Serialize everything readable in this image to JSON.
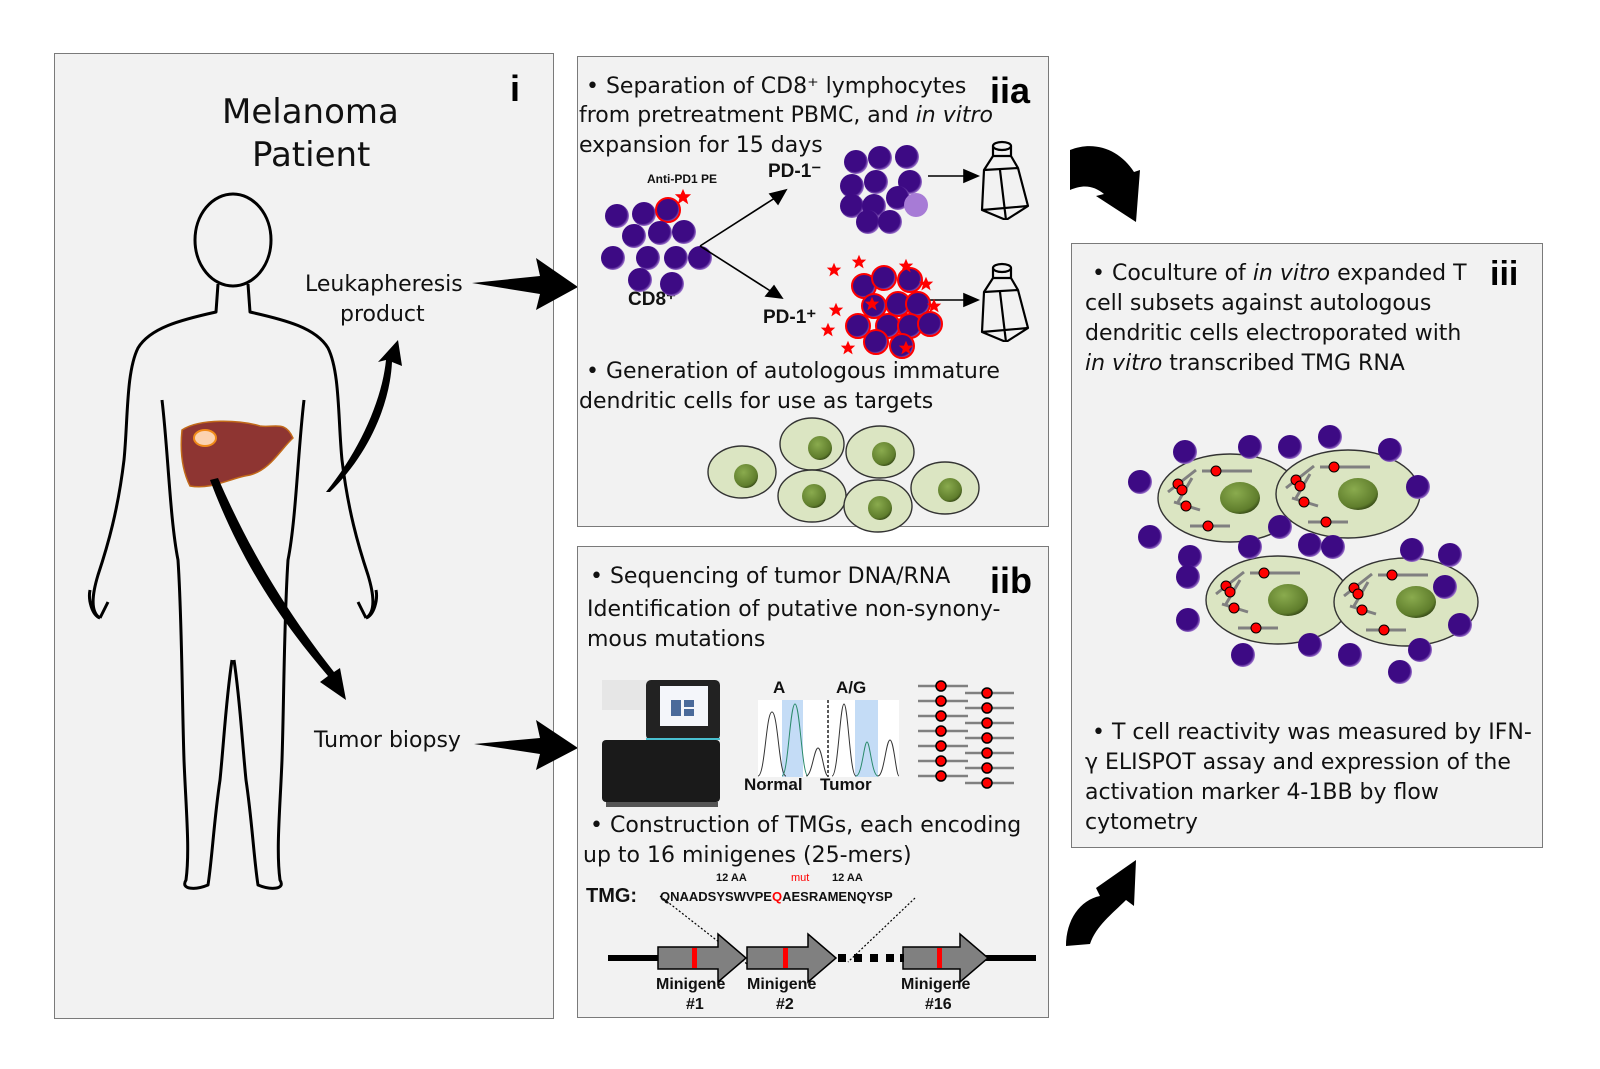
{
  "panel_i": {
    "label": "i",
    "title_line1": "Melanoma",
    "title_line2": "Patient",
    "leukapheresis_line1": "Leukapheresis",
    "leukapheresis_line2": "product",
    "tumor_biopsy": "Tumor biopsy"
  },
  "panel_iia": {
    "label": "iia",
    "bullet1_line1": "• Separation of CD8⁺ lymphocytes",
    "bullet1_line2_pre": "from pretreatment PBMC, and ",
    "bullet1_line2_italic": "in vitro",
    "bullet1_line3": "expansion for 15 days",
    "anti_pd1": "Anti-PD1 PE",
    "cd8": "CD8⁺",
    "pd1_neg": "PD-1⁻",
    "pd1_pos": "PD-1⁺",
    "bullet2_line1": "• Generation of autologous immature",
    "bullet2_line2": "dendritic cells for use as targets"
  },
  "panel_iib": {
    "label": "iib",
    "bullet1_line1": "• Sequencing of tumor DNA/RNA",
    "bullet1_line2": "Identification of putative non-synony-",
    "bullet1_line3": "mous mutations",
    "chrom_normal_base": "A",
    "chrom_tumor_base": "A/G",
    "chrom_normal_label": "Normal",
    "chrom_tumor_label": "Tumor",
    "bullet2_line1": "• Construction of TMGs, each encoding",
    "bullet2_line2": "up to 16 minigenes (25-mers)",
    "tmg_label": "TMG:",
    "flank_left": "12 AA",
    "mut_label": "mut",
    "flank_right": "12 AA",
    "seq_pre": "QNAADSYSWVPE",
    "seq_mut": "Q",
    "seq_post": "AESRAMENQYSP",
    "minigenes": [
      {
        "name": "Minigene",
        "num": "#1"
      },
      {
        "name": "Minigene",
        "num": "#2"
      },
      {
        "name": "Minigene",
        "num": "#16"
      }
    ]
  },
  "panel_iii": {
    "label": "iii",
    "bullet1_line1_pre": "• Coculture of ",
    "bullet1_line1_italic": "in vitro",
    "bullet1_line1_post": " expanded T",
    "bullet1_line2": "cell subsets against autologous",
    "bullet1_line3": "dendritic cells electroporated with",
    "bullet1_line4_italic": "in vitro",
    "bullet1_line4_post": " transcribed TMG RNA",
    "bullet2_line1": "• T cell reactivity was measured by IFN-",
    "bullet2_line2": "γ ELISPOT assay and expression of the",
    "bullet2_line3": "activation marker 4-1BB by flow",
    "bullet2_line4": "cytometry"
  },
  "colors": {
    "panel_bg": "#f2f2f2",
    "tcell": "#3d0a84",
    "tcell_halo": "#c9a6ee",
    "pe_red": "#ff0000",
    "dc_body": "#dbe5c2",
    "dc_nucleus": "#6f8f3a",
    "liver": "#8e3532",
    "tumor_spot": "#fcd2b0",
    "minigene": "#808080"
  }
}
